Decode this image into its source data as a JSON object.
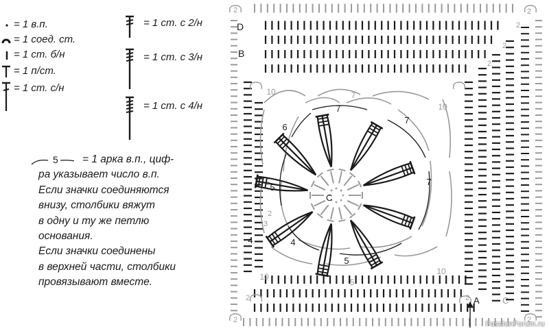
{
  "legend": {
    "items": [
      {
        "id": "ch",
        "text": "= 1 в.п."
      },
      {
        "id": "slst",
        "text": "= 1 соед. ст."
      },
      {
        "id": "sc",
        "text": "= 1 ст. б/н"
      },
      {
        "id": "hdc",
        "text": "= 1 п/ст."
      },
      {
        "id": "dc",
        "text": "= 1 ст. с/н"
      },
      {
        "id": "tr2",
        "text": "= 1 ст. с 2/н"
      },
      {
        "id": "tr3",
        "text": "= 1 ст. с 3/н"
      },
      {
        "id": "tr4",
        "text": "= 1 ст. с 4/н"
      }
    ]
  },
  "note": {
    "arc_number": "5",
    "lines": [
      "= 1 арка в.п., циф-",
      "ра указывает число в.п.",
      "Если значки соединяются",
      "внизу, столбики вяжут",
      "в одну и ту же петлю",
      "основания.",
      "Если значки соединены",
      "в верхней части, столбики",
      "провязывают вместе."
    ]
  },
  "diagram": {
    "row_labels": [
      "D",
      "B",
      "A",
      "C"
    ],
    "arc_labels": {
      "center": "C",
      "ring_7": "7",
      "ring_5": "5",
      "ring_4": "4",
      "ring_6": "6",
      "corner_10": "10",
      "corner_2": "2",
      "small_2": "2",
      "small_3": "3"
    },
    "colors": {
      "ink": "#1a1a1a",
      "grey": "#9a9a9a"
    }
  },
  "watermark": "PassionForum.ru"
}
